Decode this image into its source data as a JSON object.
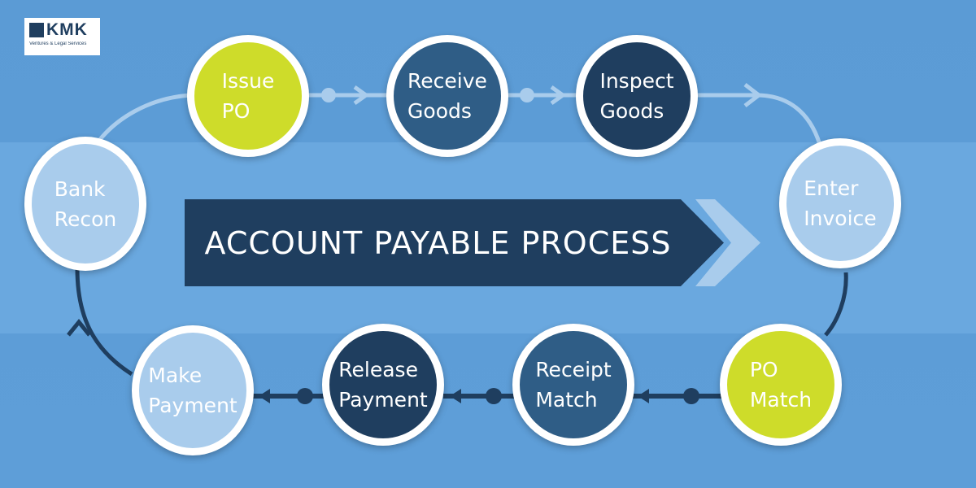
{
  "logo": {
    "text": "KMK",
    "tagline": "Ventures & Legal Services"
  },
  "title": "ACCOUNT PAYABLE PROCESS",
  "steps": [
    {
      "line1": "Issue",
      "line2": "PO"
    },
    {
      "line1": "Receive",
      "line2": "Goods"
    },
    {
      "line1": "Inspect",
      "line2": "Goods"
    },
    {
      "line1": "Enter",
      "line2": "Invoice"
    },
    {
      "line1": "PO",
      "line2": "Match"
    },
    {
      "line1": "Receipt",
      "line2": "Match"
    },
    {
      "line1": "Release",
      "line2": "Payment"
    },
    {
      "line1": "Make",
      "line2": "Payment"
    },
    {
      "line1": "Bank",
      "line2": "Recon"
    }
  ],
  "colors": {
    "background": "#5b9bd5",
    "navy": "#1f3e5f",
    "mid_blue": "#2f5d86",
    "yellow_green": "#cedc2a",
    "pale_blue": "#a9ccec"
  }
}
